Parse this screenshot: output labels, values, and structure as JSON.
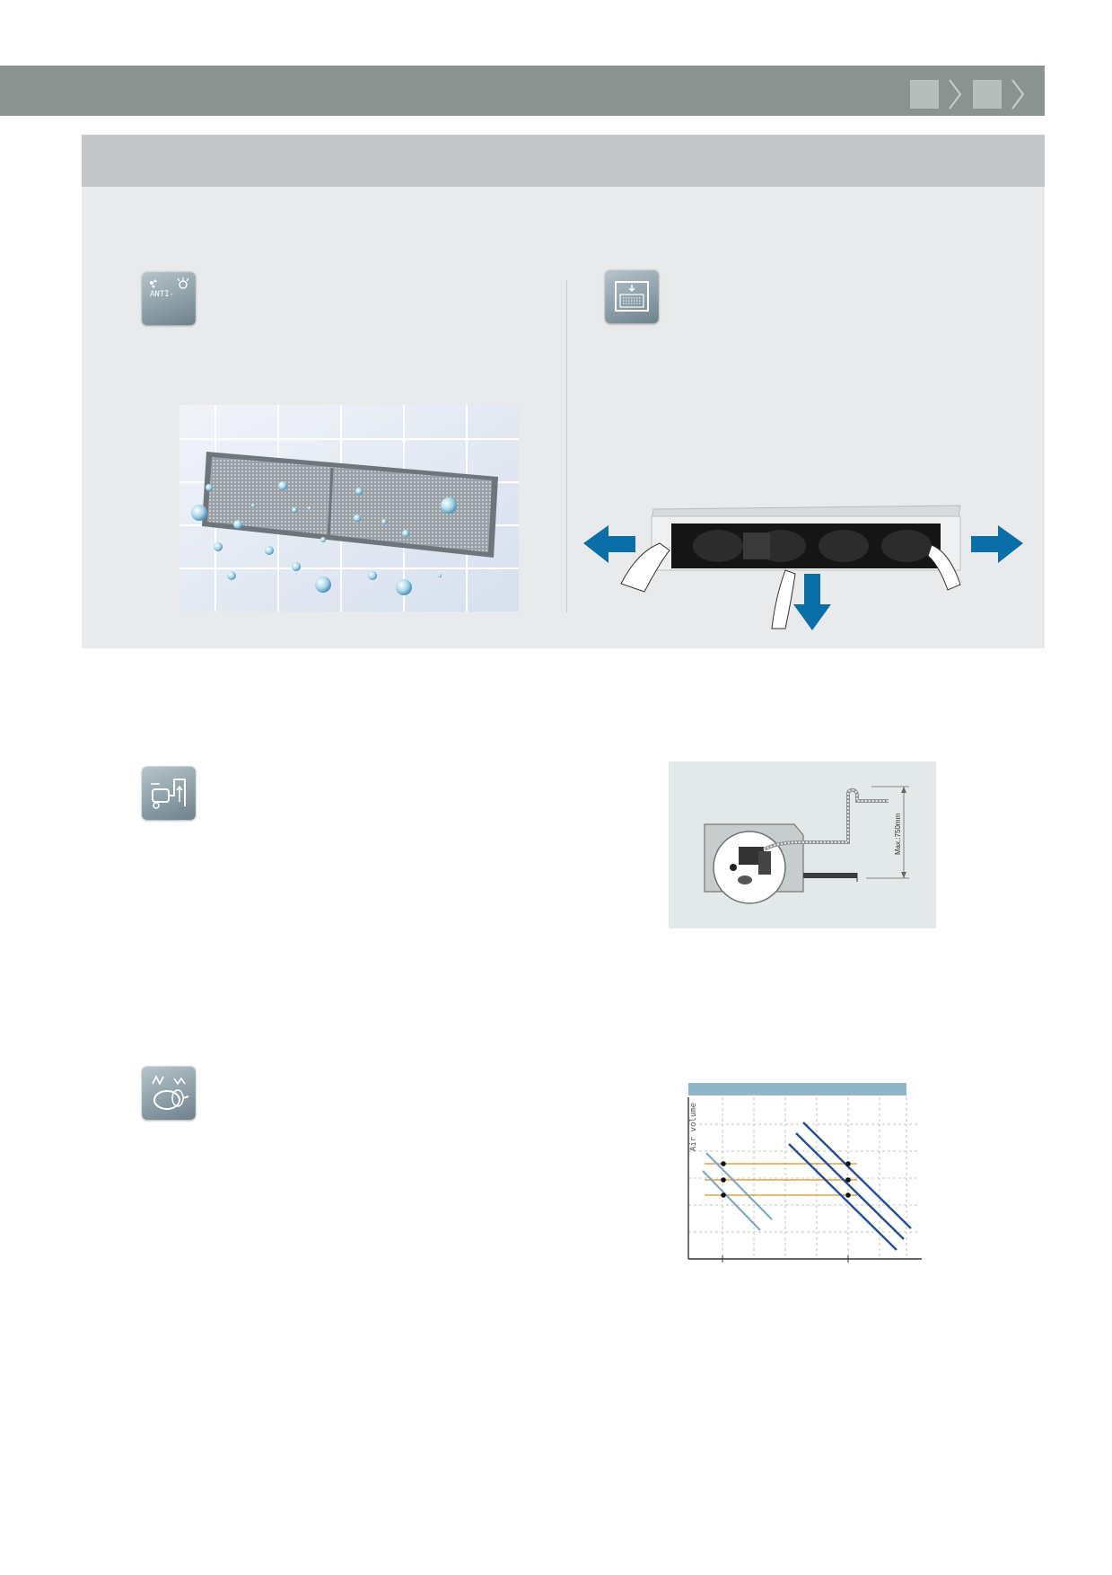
{
  "header": {
    "nav_items": [
      "nav-square-1",
      "chevron-right-icon",
      "nav-square-2",
      "chevron-right-icon"
    ]
  },
  "features": {
    "anti_icon_text": "ANTI-",
    "drain_max_label": "Max.:750mm",
    "chart_ylabel": "Air volume"
  },
  "colors": {
    "topbar": "#8b9390",
    "panel": "#e9eaeb",
    "accent_blue": "#0a6fa8",
    "curve_light": "#7fa9c2",
    "curve_dark": "#1f4e9a",
    "curve_orange": "#e0a24c"
  }
}
